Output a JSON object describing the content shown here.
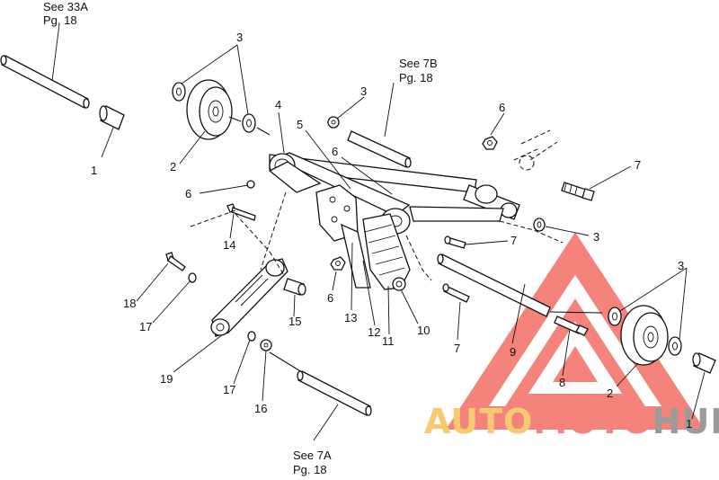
{
  "references": {
    "see_33a": "See 33A",
    "see_33a_pg": "Pg. 18",
    "see_7b": "See 7B",
    "see_7b_pg": "Pg. 18",
    "see_7a": "See 7A",
    "see_7a_pg": "Pg. 18"
  },
  "callouts": {
    "c1_left": "1",
    "c1_right": "1",
    "c2_left": "2",
    "c2_right": "2",
    "c3_top_left": "3",
    "c3_top_mid": "3",
    "c3_right_mid": "3",
    "c3_right_bottom": "3",
    "c4": "4",
    "c5": "5",
    "c6_top": "6",
    "c6_right_top": "6",
    "c6_left": "6",
    "c6_center": "6",
    "c7_top_right": "7",
    "c7_mid": "7",
    "c7_bottom": "7",
    "c8": "8",
    "c9": "9",
    "c10": "10",
    "c11": "11",
    "c12": "12",
    "c13": "13",
    "c14": "14",
    "c15": "15",
    "c16": "16",
    "c17_top": "17",
    "c17_bottom": "17",
    "c18": "18",
    "c19": "19"
  },
  "watermark": {
    "part1": "AUTO",
    "part2": "MOTO",
    "part3": "HUB",
    "color_orange": "#f4b942",
    "color_red": "#f05a4f",
    "color_gray": "#7a7a7a"
  }
}
